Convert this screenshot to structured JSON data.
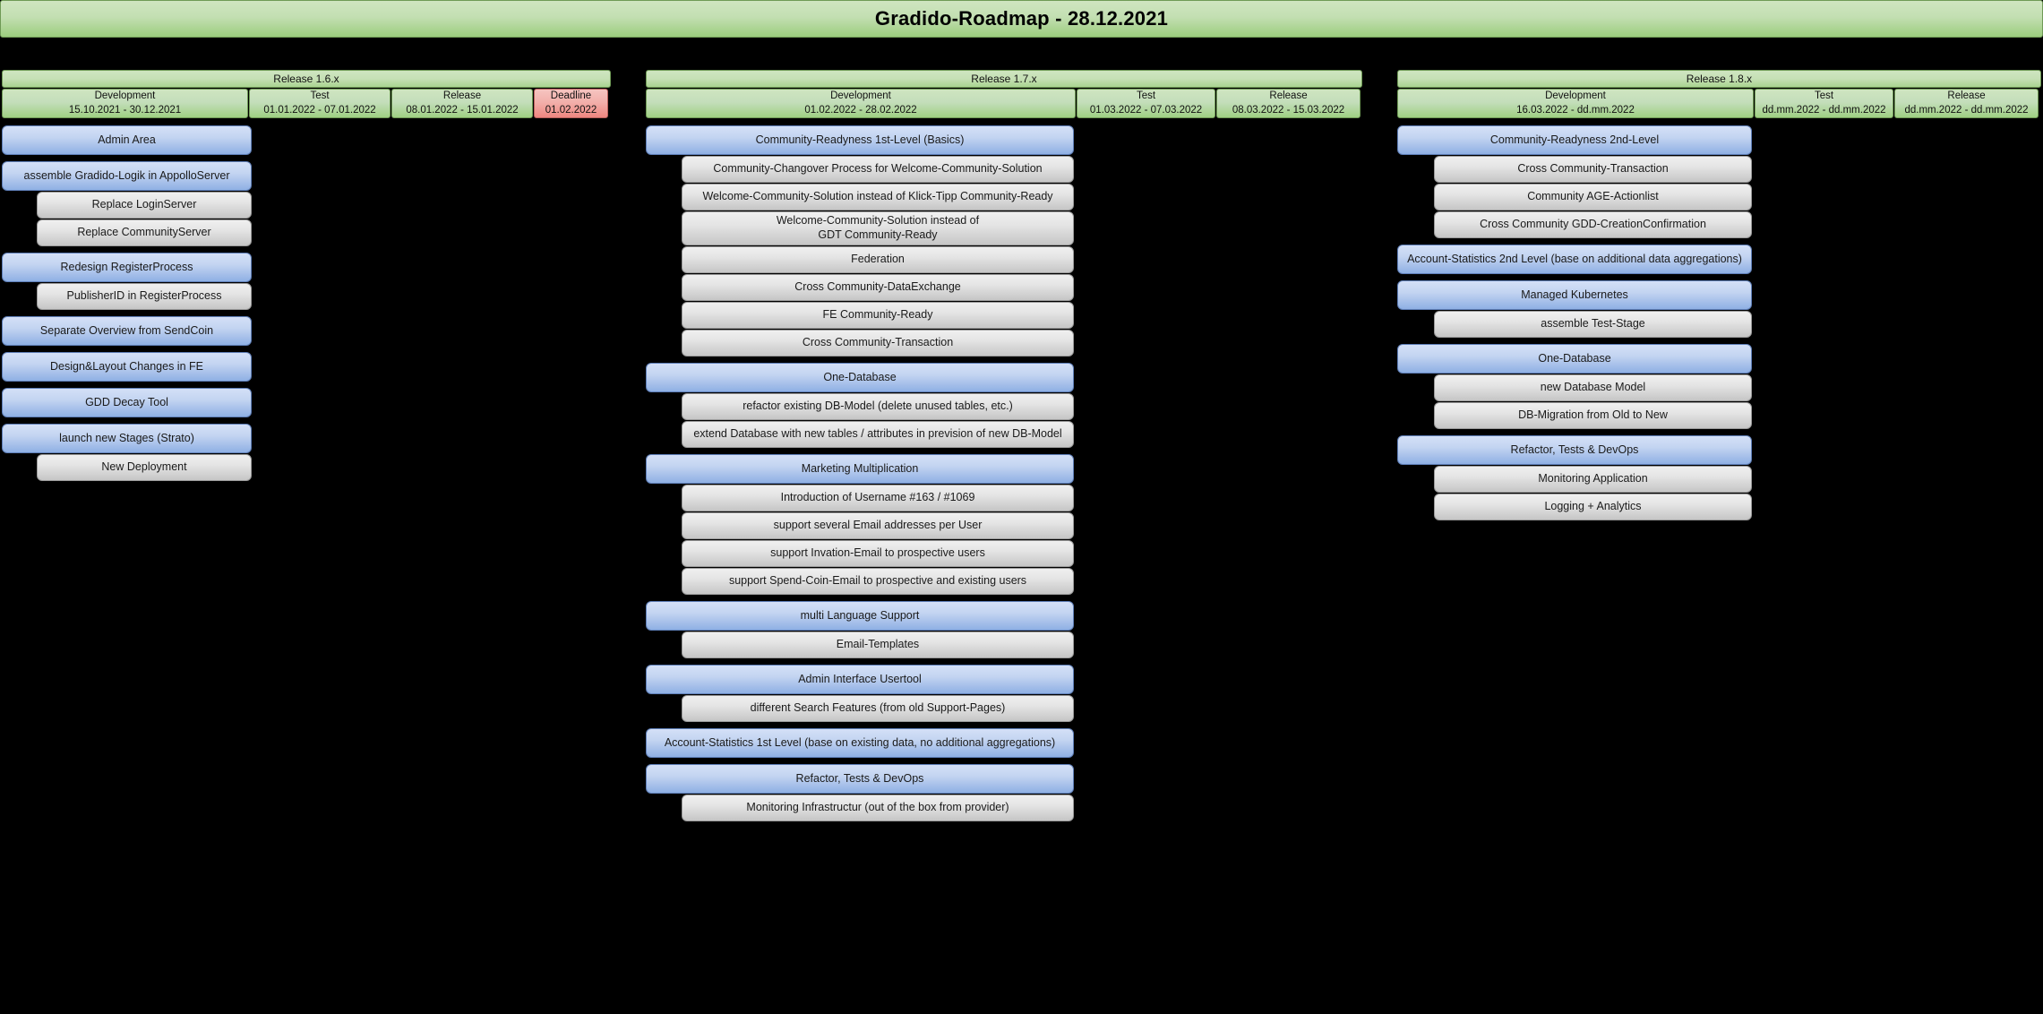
{
  "title": "Gradido-Roadmap - 28.12.2021",
  "columns": [
    {
      "release": "Release 1.6.x",
      "phases": [
        {
          "name": "Development",
          "dates": "15.10.2021 - 30.12.2021",
          "kind": "normal"
        },
        {
          "name": "Test",
          "dates": "01.01.2022 - 07.01.2022",
          "kind": "normal"
        },
        {
          "name": "Release",
          "dates": "08.01.2022 - 15.01.2022",
          "kind": "normal"
        },
        {
          "name": "Deadline",
          "dates": "01.02.2022",
          "kind": "deadline"
        }
      ],
      "tasks": [
        {
          "label": "Admin Area",
          "level": "main"
        },
        {
          "label": "assemble Gradido-Logik in AppolloServer",
          "level": "main"
        },
        {
          "label": "Replace LoginServer",
          "level": "sub"
        },
        {
          "label": "Replace CommunityServer",
          "level": "sub"
        },
        {
          "label": "Redesign RegisterProcess",
          "level": "main"
        },
        {
          "label": "PublisherID in RegisterProcess",
          "level": "sub"
        },
        {
          "label": "Separate Overview from SendCoin",
          "level": "main"
        },
        {
          "label": "Design&Layout Changes in FE",
          "level": "main"
        },
        {
          "label": "GDD Decay Tool",
          "level": "main"
        },
        {
          "label": "launch new Stages (Strato)",
          "level": "main"
        },
        {
          "label": "New Deployment",
          "level": "sub"
        }
      ]
    },
    {
      "release": "Release 1.7.x",
      "phases": [
        {
          "name": "Development",
          "dates": "01.02.2022 - 28.02.2022",
          "kind": "normal"
        },
        {
          "name": "Test",
          "dates": "01.03.2022 - 07.03.2022",
          "kind": "normal"
        },
        {
          "name": "Release",
          "dates": "08.03.2022 - 15.03.2022",
          "kind": "normal"
        }
      ],
      "tasks": [
        {
          "label": "Community-Readyness 1st-Level (Basics)",
          "level": "main"
        },
        {
          "label": "Community-Changover Process for Welcome-Community-Solution",
          "level": "sub"
        },
        {
          "label": "Welcome-Community-Solution instead of Klick-Tipp Community-Ready",
          "level": "sub"
        },
        {
          "label": "Welcome-Community-Solution instead of\nGDT Community-Ready",
          "level": "sub",
          "tall": true
        },
        {
          "label": "Federation",
          "level": "sub"
        },
        {
          "label": "Cross Community-DataExchange",
          "level": "sub"
        },
        {
          "label": "FE Community-Ready",
          "level": "sub"
        },
        {
          "label": "Cross Community-Transaction",
          "level": "sub"
        },
        {
          "label": "One-Database",
          "level": "main"
        },
        {
          "label": "refactor existing DB-Model (delete unused tables, etc.)",
          "level": "sub"
        },
        {
          "label": "extend Database with new tables / attributes in prevision of new DB-Model",
          "level": "sub"
        },
        {
          "label": "Marketing Multiplication",
          "level": "main"
        },
        {
          "label": "Introduction of Username #163 / #1069",
          "level": "sub"
        },
        {
          "label": "support several Email addresses per User",
          "level": "sub"
        },
        {
          "label": "support Invation-Email to prospective users",
          "level": "sub"
        },
        {
          "label": "support Spend-Coin-Email to prospective and existing users",
          "level": "sub"
        },
        {
          "label": "multi Language Support",
          "level": "main"
        },
        {
          "label": "Email-Templates",
          "level": "sub"
        },
        {
          "label": "Admin Interface Usertool",
          "level": "main"
        },
        {
          "label": "different Search Features (from old Support-Pages)",
          "level": "sub"
        },
        {
          "label": "Account-Statistics 1st Level (base on existing data, no additional aggregations)",
          "level": "main"
        },
        {
          "label": "Refactor, Tests & DevOps",
          "level": "main"
        },
        {
          "label": "Monitoring Infrastructur (out of the box from provider)",
          "level": "sub"
        }
      ]
    },
    {
      "release": "Release 1.8.x",
      "phases": [
        {
          "name": "Development",
          "dates": "16.03.2022 - dd.mm.2022",
          "kind": "normal"
        },
        {
          "name": "Test",
          "dates": "dd.mm.2022 - dd.mm.2022",
          "kind": "normal"
        },
        {
          "name": "Release",
          "dates": "dd.mm.2022 - dd.mm.2022",
          "kind": "normal"
        }
      ],
      "tasks": [
        {
          "label": "Community-Readyness 2nd-Level",
          "level": "main"
        },
        {
          "label": "Cross Community-Transaction",
          "level": "sub"
        },
        {
          "label": "Community AGE-Actionlist",
          "level": "sub"
        },
        {
          "label": "Cross Community GDD-CreationConfirmation",
          "level": "sub"
        },
        {
          "label": "Account-Statistics 2nd Level (base on additional data aggregations)",
          "level": "main"
        },
        {
          "label": "Managed Kubernetes",
          "level": "main"
        },
        {
          "label": "assemble Test-Stage",
          "level": "sub"
        },
        {
          "label": "One-Database",
          "level": "main"
        },
        {
          "label": "new Database Model",
          "level": "sub"
        },
        {
          "label": "DB-Migration from Old to New",
          "level": "sub"
        },
        {
          "label": "Refactor, Tests & DevOps",
          "level": "main"
        },
        {
          "label": "Monitoring Application",
          "level": "sub"
        },
        {
          "label": "Logging + Analytics",
          "level": "sub"
        }
      ]
    }
  ],
  "colors": {
    "background": "#000000",
    "header_green": "#a9d490",
    "deadline_red": "#ef8680",
    "task_main_blue": "#8fb0e4",
    "task_sub_gray": "#c6c6c6"
  }
}
